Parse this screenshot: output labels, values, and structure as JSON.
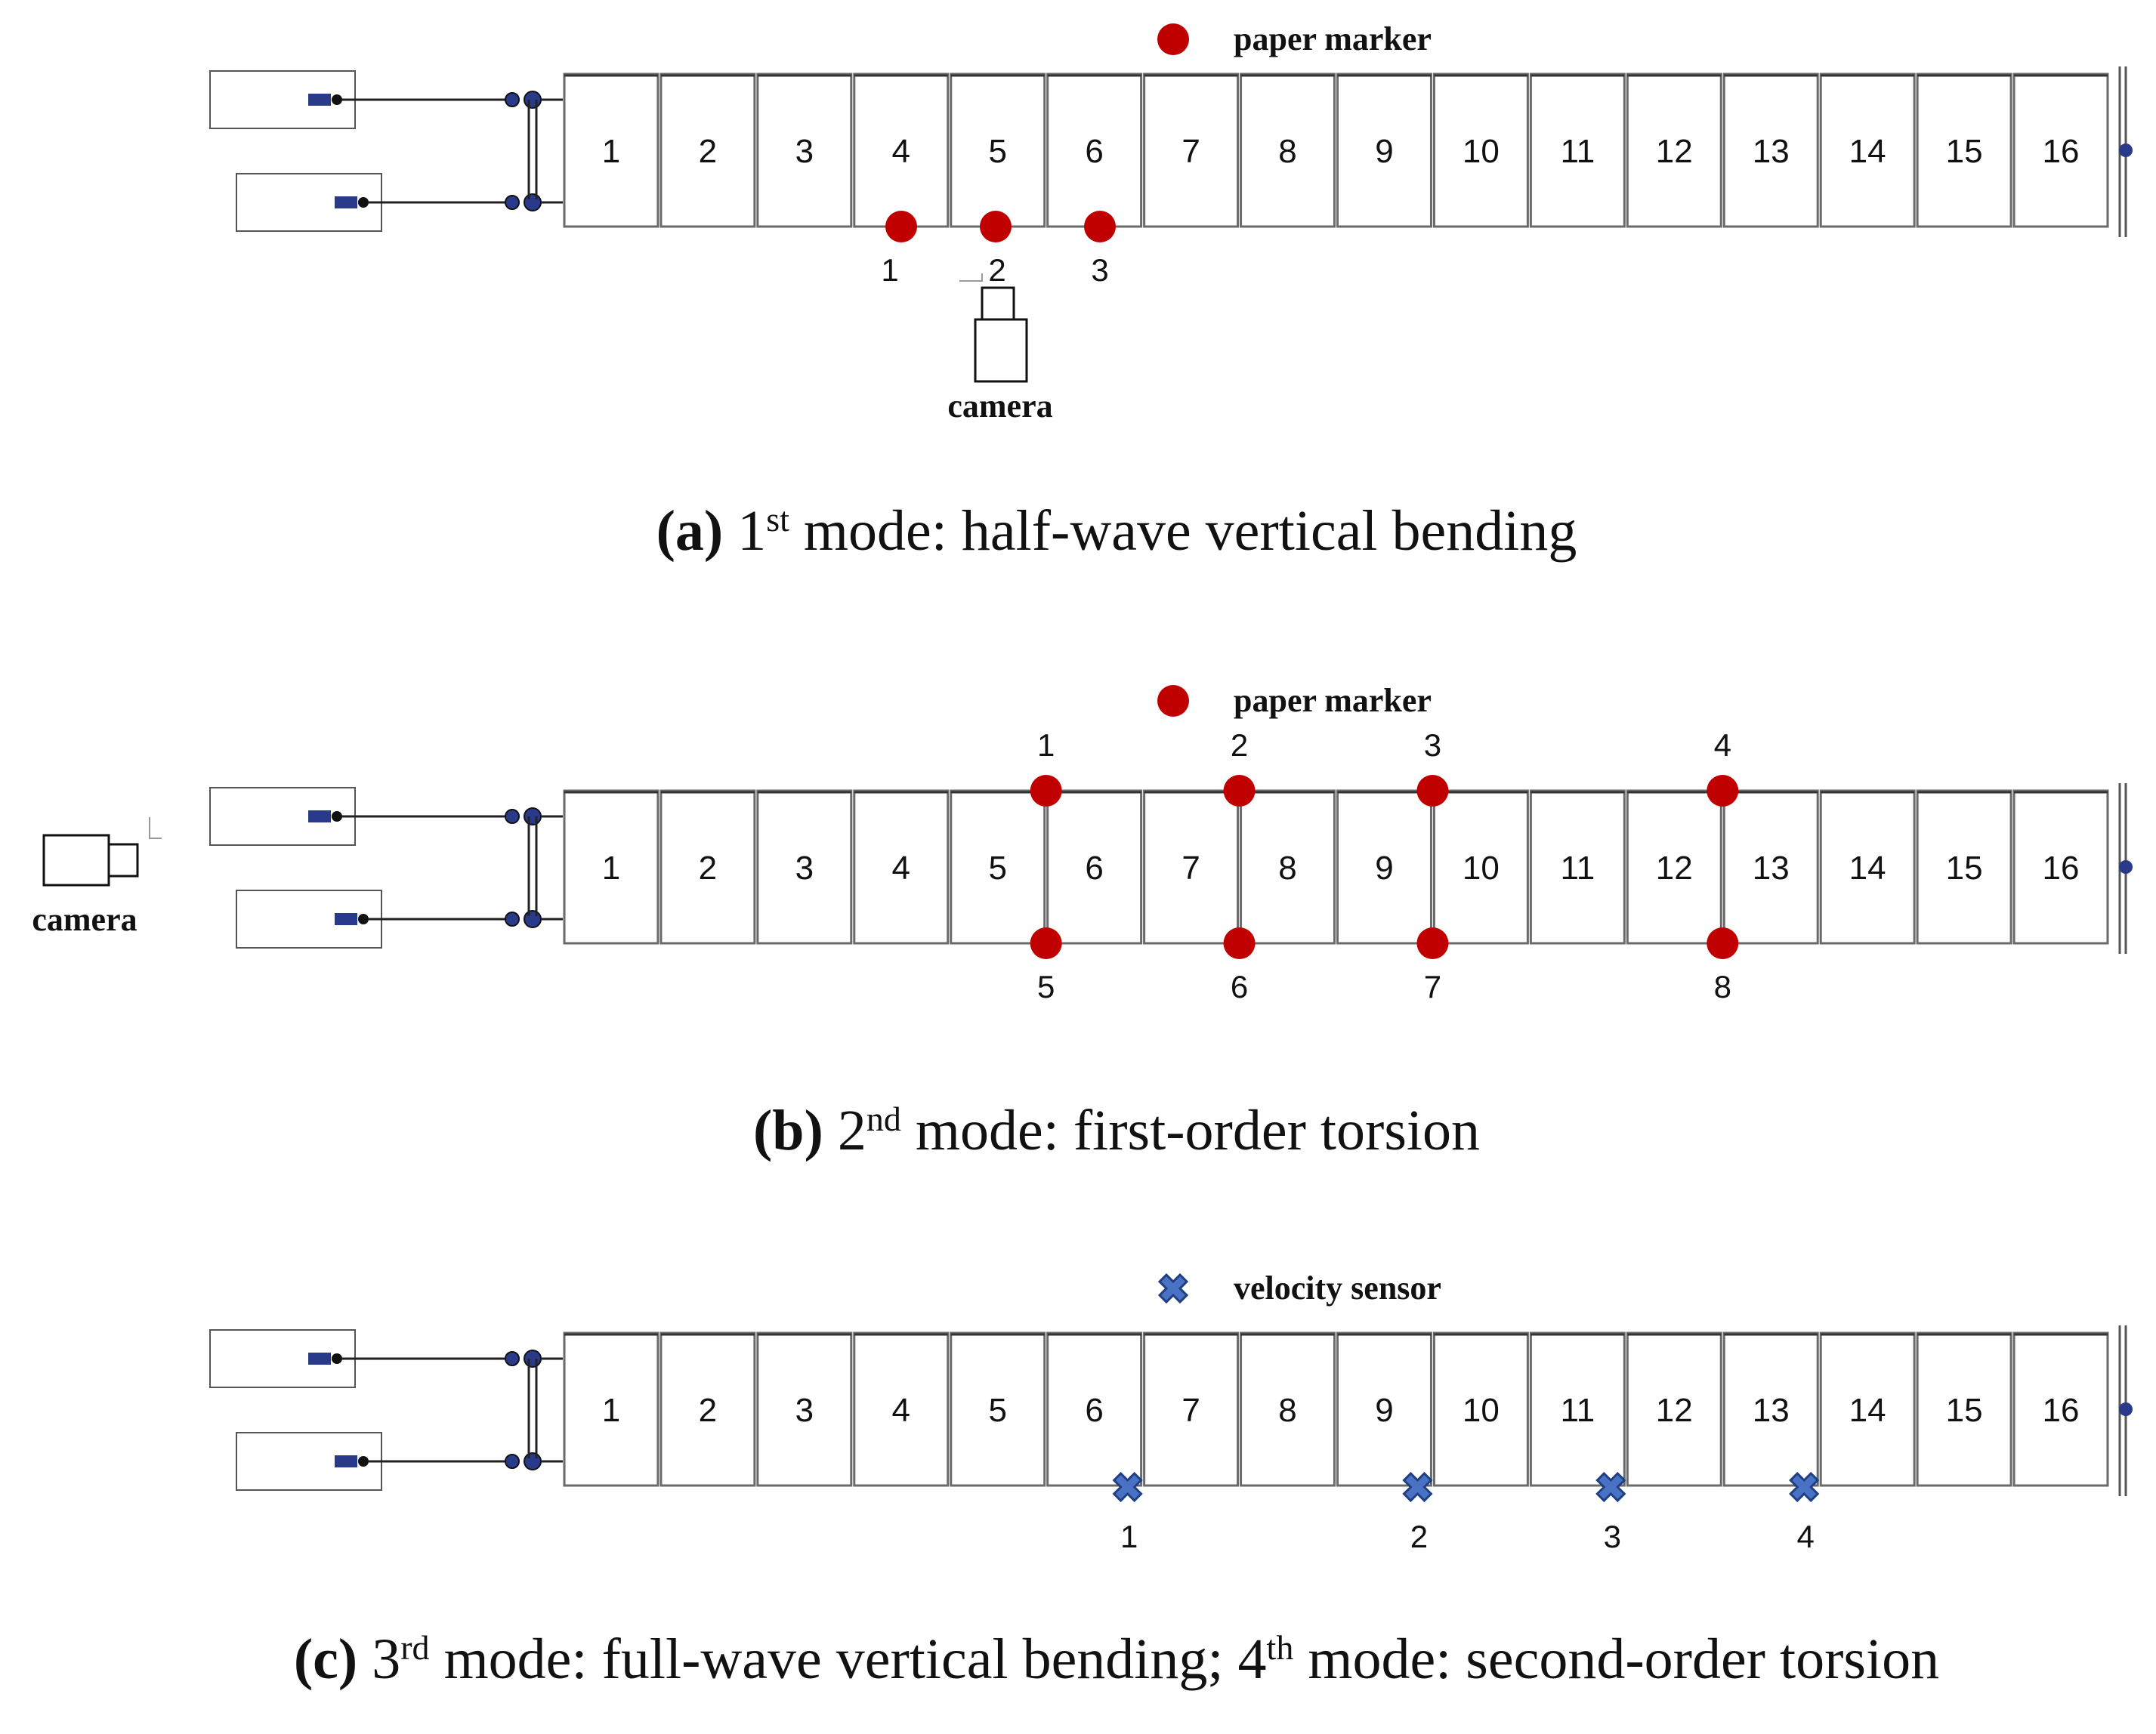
{
  "colors": {
    "marker": "#c00000",
    "sensor": "#4a72c4",
    "sensor_edge": "#1f3f82",
    "line": "#222222",
    "pump": "#2a3a8a"
  },
  "panels": [
    {
      "id": "a",
      "segments": [
        "1",
        "2",
        "3",
        "4",
        "5",
        "6",
        "7",
        "8",
        "9",
        "10",
        "11",
        "12",
        "13",
        "14",
        "15",
        "16"
      ],
      "legend_label": "paper marker",
      "legend_icon": "marker-dot",
      "camera_label": "camera",
      "markers": [
        {
          "label": "1",
          "after_segment": 4,
          "frac": 0.5,
          "side": "bottom"
        },
        {
          "label": "2",
          "after_segment": 5,
          "frac": 0.5,
          "side": "bottom"
        },
        {
          "label": "3",
          "after_segment": 6,
          "frac": 0.5,
          "side": "bottom"
        }
      ],
      "caption": {
        "letter": "(a)",
        "num": "1",
        "sup": "st",
        "text": " mode: half-wave vertical bending"
      }
    },
    {
      "id": "b",
      "segments": [
        "1",
        "2",
        "3",
        "4",
        "5",
        "6",
        "7",
        "8",
        "9",
        "10",
        "11",
        "12",
        "13",
        "14",
        "15",
        "16"
      ],
      "legend_label": "paper marker",
      "legend_icon": "marker-dot",
      "camera_label": "camera",
      "markers": [
        {
          "label": "1",
          "boundary": 5,
          "side": "top"
        },
        {
          "label": "2",
          "boundary": 7,
          "side": "top"
        },
        {
          "label": "3",
          "boundary": 9,
          "side": "top"
        },
        {
          "label": "4",
          "boundary": 12,
          "side": "top"
        },
        {
          "label": "5",
          "boundary": 5,
          "side": "bottom"
        },
        {
          "label": "6",
          "boundary": 7,
          "side": "bottom"
        },
        {
          "label": "7",
          "boundary": 9,
          "side": "bottom"
        },
        {
          "label": "8",
          "boundary": 12,
          "side": "bottom"
        }
      ],
      "caption": {
        "letter": "(b)",
        "num": "2",
        "sup": "nd",
        "text": " mode: first-order torsion"
      }
    },
    {
      "id": "c",
      "segments": [
        "1",
        "2",
        "3",
        "4",
        "5",
        "6",
        "7",
        "8",
        "9",
        "10",
        "11",
        "12",
        "13",
        "14",
        "15",
        "16"
      ],
      "legend_label": "velocity sensor",
      "legend_icon": "sensor-cross",
      "sensors": [
        {
          "label": "1",
          "boundary": 6
        },
        {
          "label": "2",
          "boundary": 9
        },
        {
          "label": "3",
          "boundary": 11
        },
        {
          "label": "4",
          "boundary": 13
        }
      ],
      "caption": {
        "letter": "(c)",
        "num": "3",
        "sup": "rd",
        "text": " mode: full-wave vertical bending; 4",
        "sup2": "th",
        "text2": " mode: second-order torsion"
      }
    }
  ]
}
